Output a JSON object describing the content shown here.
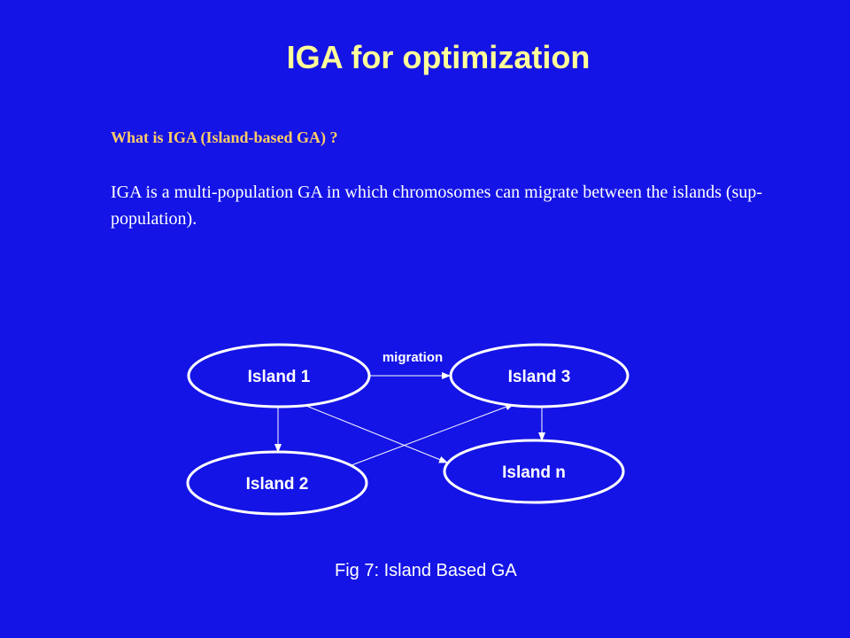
{
  "slide": {
    "title": "IGA for optimization",
    "question": "What is IGA (Island-based GA) ?",
    "body": "IGA is a multi-population GA in which chromosomes can migrate between the islands (sup-population).",
    "caption": "Fig 7: Island Based GA"
  },
  "diagram": {
    "nodes": {
      "island1": "Island 1",
      "island2": "Island 2",
      "island3": "Island 3",
      "islandn": "Island n"
    },
    "edge_label": "migration",
    "edges": [
      {
        "from": "Island 1",
        "to": "Island 3"
      },
      {
        "from": "Island 1",
        "to": "Island 2"
      },
      {
        "from": "Island 1",
        "to": "Island n"
      },
      {
        "from": "Island 2",
        "to": "Island 3"
      },
      {
        "from": "Island 3",
        "to": "Island n"
      }
    ],
    "colors": {
      "background": "#1414e6",
      "node_fill": "#1414e6",
      "stroke": "#ffffff",
      "title": "#ffff99",
      "question": "#ffcc66"
    }
  }
}
